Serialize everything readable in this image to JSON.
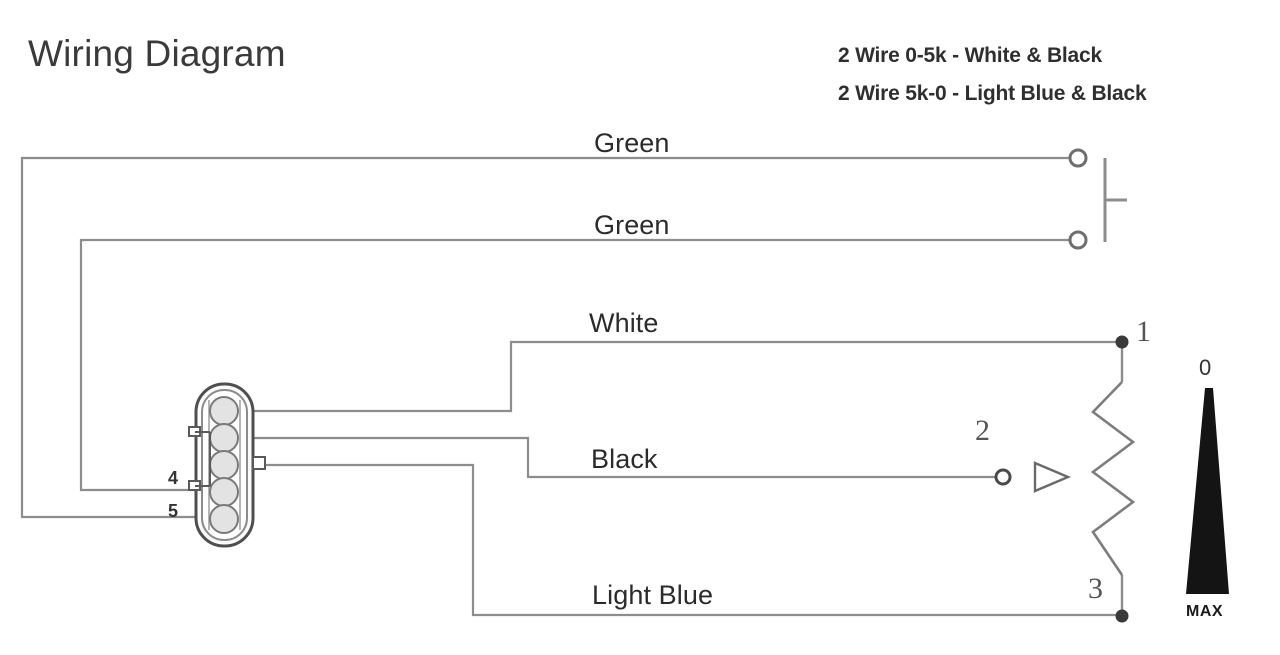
{
  "page": {
    "title": "Wiring Diagram",
    "background_color": "#ffffff",
    "wire_color": "#8a8a8a",
    "text_color": "#2b2b2b",
    "symbol_color": "#5a5a5a"
  },
  "legend": {
    "lines": [
      "2 Wire  0-5k - White & Black",
      "2 Wire 5k-0 - Light Blue & Black"
    ]
  },
  "wires": [
    {
      "label": "Green",
      "color_name": "green",
      "pin": "5",
      "terminal": "upper-contact"
    },
    {
      "label": "Green",
      "color_name": "green",
      "pin": "4",
      "terminal": "lower-contact"
    },
    {
      "label": "White",
      "color_name": "white",
      "pin": "1",
      "terminal": "1"
    },
    {
      "label": "Black",
      "color_name": "black",
      "pin": "2",
      "terminal": "2"
    },
    {
      "label": "Light Blue",
      "color_name": "light-blue",
      "pin": "3",
      "terminal": "3"
    }
  ],
  "connector": {
    "name": "5-pin connector",
    "pin_count": 5,
    "visible_pin_labels": [
      "4",
      "5"
    ]
  },
  "potentiometer": {
    "name": "potentiometer",
    "terminal_labels": [
      "1",
      "2",
      "3"
    ],
    "wiper_terminal": "2"
  },
  "scale": {
    "top_label": "0",
    "bottom_label": "MAX"
  }
}
